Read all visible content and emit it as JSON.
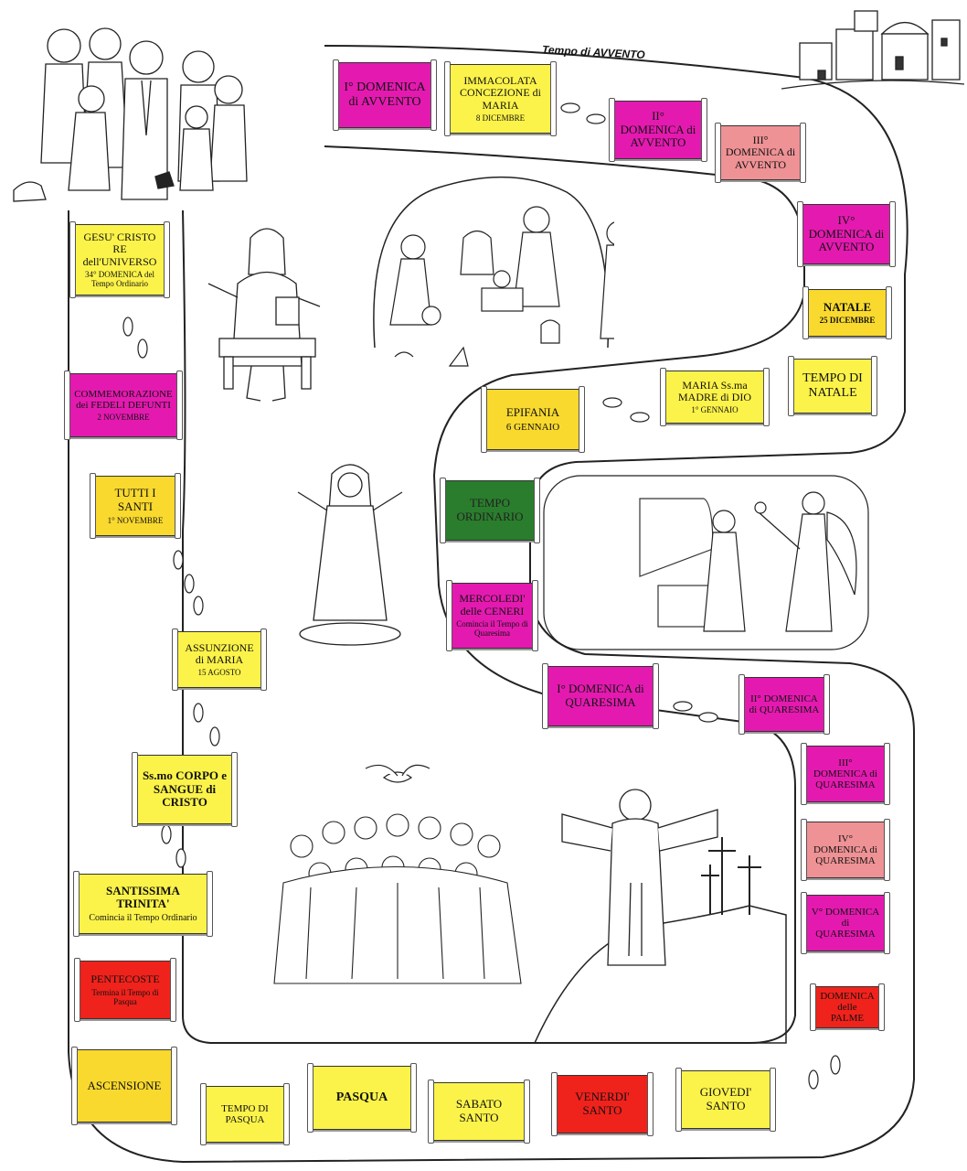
{
  "advent_title": "Tempo di AVVENTO",
  "colors": {
    "yellow": "#fcf34a",
    "gold": "#f9d92e",
    "magenta": "#e41ab0",
    "pink": "#ee9295",
    "red": "#f0221c",
    "green": "#2a7d2c"
  },
  "cards": {
    "avvento1": {
      "title": "I° DOMENICA di AVVENTO",
      "sub": ""
    },
    "immacolata": {
      "title": "IMMACOLATA CONCEZIONE di MARIA",
      "sub": "8 DICEMBRE"
    },
    "avvento2": {
      "title": "II° DOMENICA di AVVENTO",
      "sub": ""
    },
    "avvento3": {
      "title": "III° DOMENICA di AVVENTO",
      "sub": ""
    },
    "avvento4": {
      "title": "IV° DOMENICA di AVVENTO",
      "sub": ""
    },
    "natale": {
      "title": "NATALE",
      "sub": "25 DICEMBRE"
    },
    "tempo_natale": {
      "title": "TEMPO DI NATALE",
      "sub": ""
    },
    "madre_dio": {
      "title": "MARIA Ss.ma MADRE di DIO",
      "sub": "1° GENNAIO"
    },
    "epifania": {
      "title": "EPIFANIA",
      "sub": "6 GENNAIO"
    },
    "tempo_ordinario": {
      "title": "TEMPO ORDINARIO",
      "sub": ""
    },
    "ceneri": {
      "title": "MERCOLEDI' delle CENERI",
      "sub": "Comincia il Tempo di Quaresima"
    },
    "quaresima1": {
      "title": "I° DOMENICA di QUARESIMA",
      "sub": ""
    },
    "quaresima2": {
      "title": "II° DOMENICA di QUARESIMA",
      "sub": ""
    },
    "quaresima3": {
      "title": "III° DOMENICA di QUARESIMA",
      "sub": ""
    },
    "quaresima4": {
      "title": "IV° DOMENICA di QUARESIMA",
      "sub": ""
    },
    "quaresima5": {
      "title": "V° DOMENICA di QUARESIMA",
      "sub": ""
    },
    "palme": {
      "title": "DOMENICA delle PALME",
      "sub": ""
    },
    "giovedi": {
      "title": "GIOVEDI' SANTO",
      "sub": ""
    },
    "venerdi": {
      "title": "VENERDI' SANTO",
      "sub": ""
    },
    "sabato": {
      "title": "SABATO SANTO",
      "sub": ""
    },
    "pasqua": {
      "title": "PASQUA",
      "sub": ""
    },
    "tempo_pasqua": {
      "title": "TEMPO DI PASQUA",
      "sub": ""
    },
    "ascensione": {
      "title": "ASCENSIONE",
      "sub": ""
    },
    "pentecoste": {
      "title": "PENTECOSTE",
      "sub": "Termina il Tempo di Pasqua"
    },
    "trinita": {
      "title": "SANTISSIMA TRINITA'",
      "sub": "Comincia il Tempo Ordinario"
    },
    "corpo": {
      "title": "Ss.mo CORPO e SANGUE di CRISTO",
      "sub": ""
    },
    "assunzione": {
      "title": "ASSUNZIONE di MARIA",
      "sub": "15 AGOSTO"
    },
    "santi": {
      "title": "TUTTI I SANTI",
      "sub": "1° NOVEMBRE"
    },
    "defunti": {
      "title": "COMMEMORAZIONE dei FEDELI DEFUNTI",
      "sub": "2 NOVEMBRE"
    },
    "cristo_re": {
      "title": "GESU' CRISTO RE dell'UNIVERSO",
      "sub": "34° DOMENICA del Tempo Ordinario"
    }
  },
  "icons": {
    "footprints": "footprints-icon",
    "dove": "dove-icon",
    "star": "comet-star-icon",
    "crosses": "three-crosses-icon"
  }
}
